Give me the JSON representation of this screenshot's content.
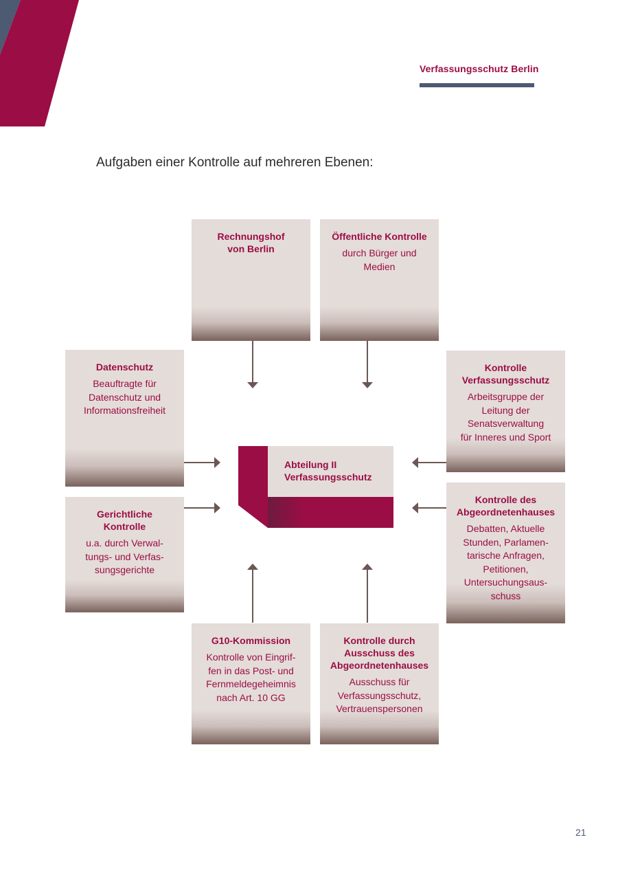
{
  "header": {
    "title": "Verfassungsschutz Berlin"
  },
  "heading": "Aufgaben einer Kontrolle auf mehreren Ebenen:",
  "diagram": {
    "center": {
      "title": "Abteilung II\nVerfassungsschutz"
    },
    "boxes": {
      "rechnungshof": {
        "title": "Rechnungshof\nvon Berlin",
        "subtitle": ""
      },
      "oeffentliche": {
        "title": "Öffentliche Kontrolle",
        "subtitle": "durch Bürger und\nMedien"
      },
      "datenschutz": {
        "title": "Datenschutz",
        "subtitle": "Beauftragte für\nDatenschutz und\nInformationsfreiheit"
      },
      "kontrolle_vs": {
        "title": "Kontrolle\nVerfassungsschutz",
        "subtitle": "Arbeitsgruppe der\nLeitung der\nSenatsverwaltung\nfür Inneres und Sport"
      },
      "gerichtliche": {
        "title": "Gerichtliche\nKontrolle",
        "subtitle": "u.a. durch Verwal-\ntungs- und Verfas-\nsungsgerichte"
      },
      "abgeordnetenhaus": {
        "title": "Kontrolle des\nAbgeordnetenhauses",
        "subtitle": "Debatten, Aktuelle\nStunden, Parlamen-\ntarische Anfragen,\nPetitionen,\nUntersuchungsaus-\nschuss"
      },
      "g10": {
        "title": "G10-Kommission",
        "subtitle": "Kontrolle von Eingrif-\nfen in das Post- und\nFernmeldegeheimnis\nnach Art. 10 GG"
      },
      "ausschuss": {
        "title": "Kontrolle durch\nAusschuss des\nAbgeordnetenhauses",
        "subtitle": "Ausschuss für\nVerfassungsschutz,\nVertrauenspersonen"
      }
    }
  },
  "footer": {
    "page_number": "21"
  },
  "colors": {
    "brand": "#9b0d45",
    "slate": "#4c5a72",
    "box_fill": "#e4dcd9",
    "arrow": "#6b5753"
  }
}
